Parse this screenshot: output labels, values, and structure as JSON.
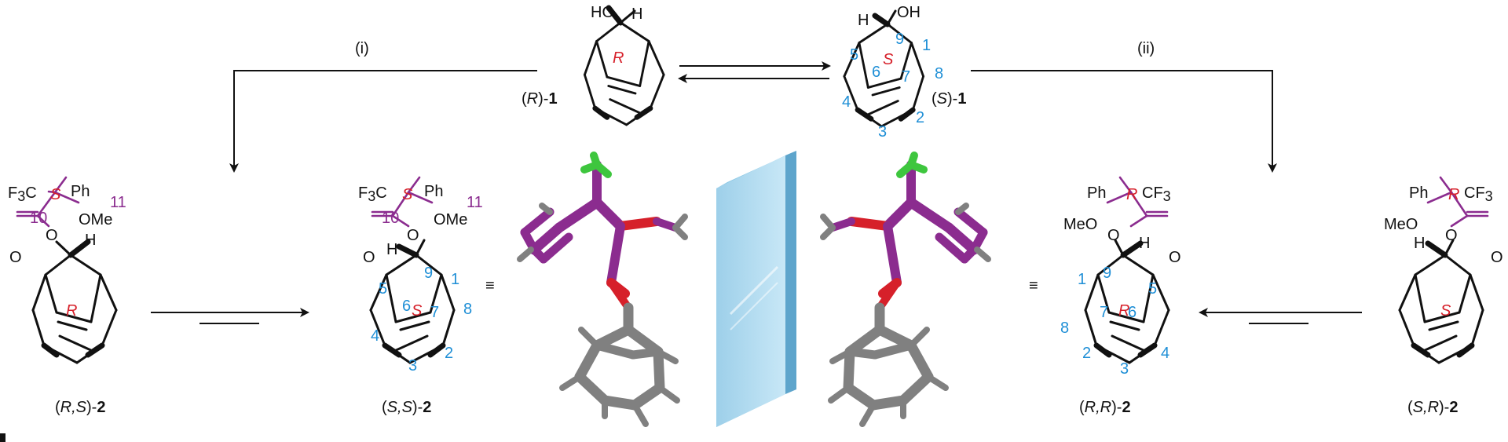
{
  "colors": {
    "bond": "#111111",
    "purple": "#8b2c8f",
    "red": "#d6202a",
    "blue": "#1f8fd6",
    "green": "#3ec63e",
    "gray": "#808080",
    "mirror": "#bfe3f3"
  },
  "steps": {
    "i": "(i)",
    "ii": "(ii)"
  },
  "compounds": {
    "R1": {
      "config": "R",
      "number": "1",
      "stereo_center": "R"
    },
    "S1": {
      "config": "S",
      "number": "1",
      "stereo_center": "S"
    },
    "RS2": {
      "config": "R,S",
      "number": "2",
      "stereo_center": "R",
      "ester_center": "S"
    },
    "SS2": {
      "config": "S,S",
      "number": "2",
      "stereo_center": "S",
      "ester_center": "S"
    },
    "RR2": {
      "config": "R,R",
      "number": "2",
      "stereo_center": "R",
      "ester_center": "R"
    },
    "SR2": {
      "config": "S,R",
      "number": "2",
      "stereo_center": "S",
      "ester_center": "R"
    }
  },
  "atoms": {
    "HO": "HO",
    "OH": "OH",
    "H": "H",
    "O": "O",
    "F3C_F": "F",
    "F3C_sub": "3",
    "F3C_C": "C",
    "CF3_CF": "CF",
    "CF3_sub": "3",
    "Ph": "Ph",
    "OMe": "OMe",
    "MeO": "MeO",
    "equiv": "≡",
    "paren_open": "(",
    "paren_close": ")-"
  },
  "numbering": [
    "1",
    "2",
    "3",
    "4",
    "5",
    "6",
    "7",
    "8",
    "9",
    "10",
    "11"
  ]
}
